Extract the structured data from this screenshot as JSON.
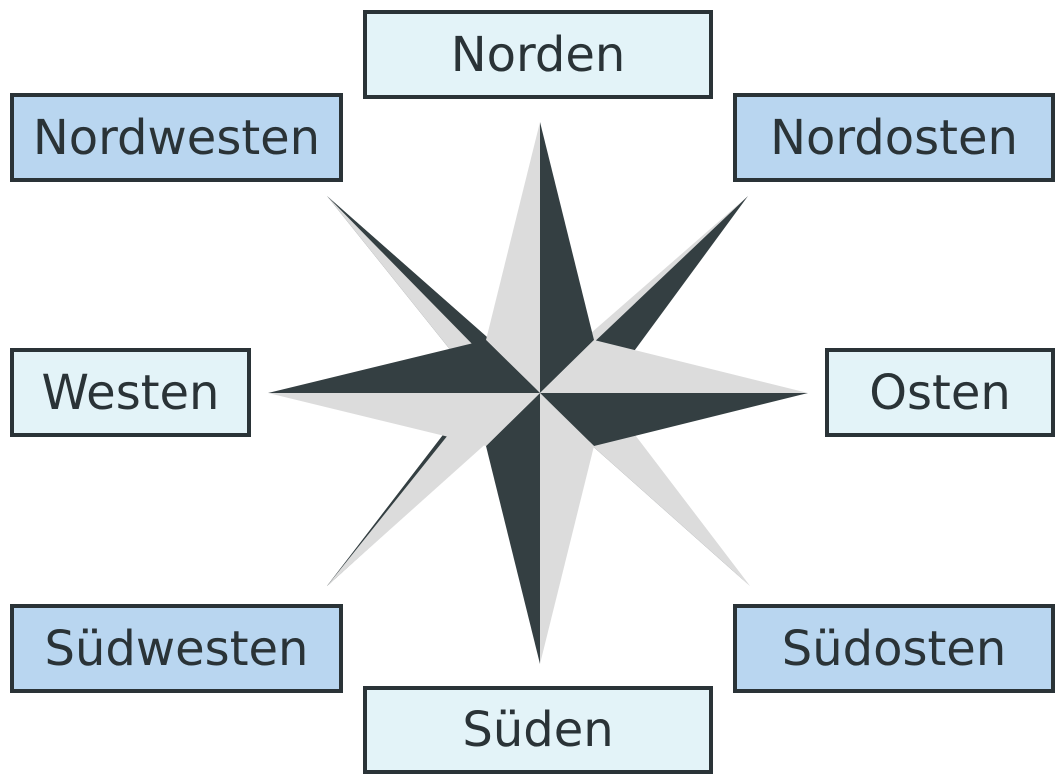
{
  "directions": {
    "north": "Norden",
    "northeast": "Nordosten",
    "east": "Osten",
    "southeast": "Südosten",
    "south": "Süden",
    "southwest": "Südwesten",
    "west": "Westen",
    "northwest": "Nordwesten"
  },
  "colors": {
    "dark": "#343f42",
    "light": "#dcdcdc",
    "cardinal_box": "#e3f3f8",
    "intercardinal_box": "#b9d6f0",
    "border": "#2a3337"
  }
}
